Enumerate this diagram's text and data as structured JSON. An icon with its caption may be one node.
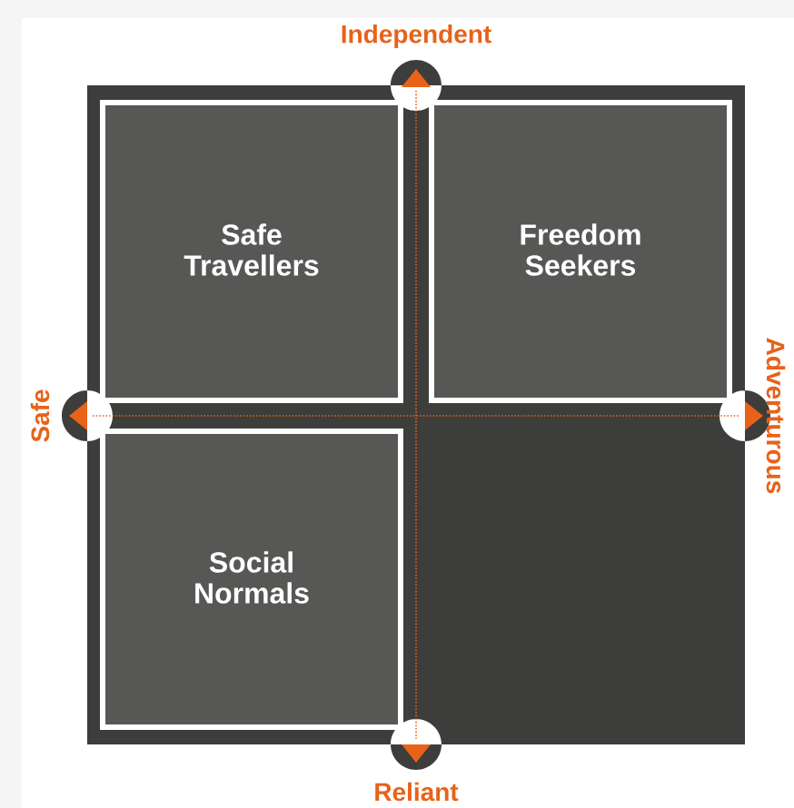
{
  "diagram": {
    "nodes": [
      {
        "text": [
          "Safe Travellers"
        ]
      },
      {
        "text": [
          "Freedom Seekers"
        ]
      },
      {
        "text": [
          "Social Normals"
        ]
      }
    ],
    "labels": [
      "Independent",
      "Safe",
      "Adventurous",
      "Reliant"
    ]
  }
}
